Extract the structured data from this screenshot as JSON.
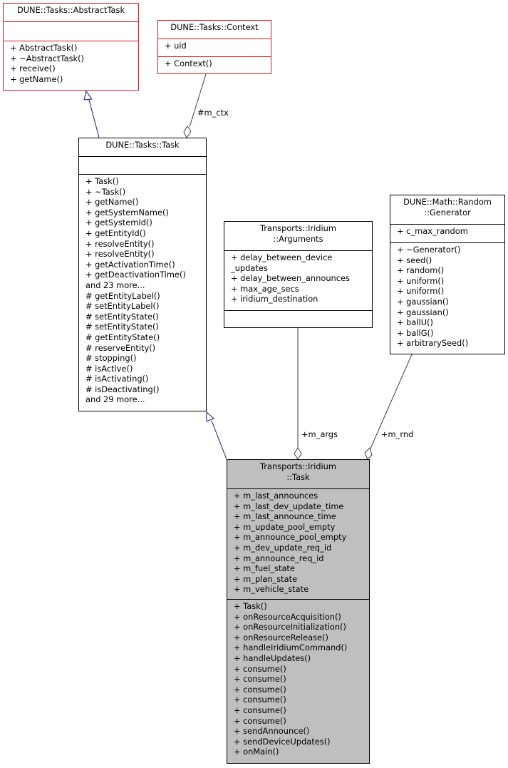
{
  "classes": {
    "abstract_task": {
      "title": [
        "DUNE::Tasks::AbstractTask"
      ],
      "attributes": [],
      "methods": [
        "+ AbstractTask()",
        "+ ~AbstractTask()",
        "+ receive()",
        "+ getName()"
      ]
    },
    "context": {
      "title": [
        "DUNE::Tasks::Context"
      ],
      "attributes": [
        "+ uid"
      ],
      "methods": [
        "+ Context()"
      ]
    },
    "task": {
      "title": [
        "DUNE::Tasks::Task"
      ],
      "attributes": [],
      "methods": [
        "+ Task()",
        "+ ~Task()",
        "+ getName()",
        "+ getSystemName()",
        "+ getSystemId()",
        "+ getEntityId()",
        "+ resolveEntity()",
        "+ resolveEntity()",
        "+ getActivationTime()",
        "+ getDeactivationTime()",
        "and 23 more...",
        "# getEntityLabel()",
        "# setEntityLabel()",
        "# setEntityState()",
        "# setEntityState()",
        "# getEntityState()",
        "# reserveEntity()",
        "# stopping()",
        "# isActive()",
        "# isActivating()",
        "# isDeactivating()",
        "and 29 more..."
      ]
    },
    "arguments": {
      "title": [
        "Transports::Iridium",
        "::Arguments"
      ],
      "attributes": [
        "+ delay_between_device",
        "_updates",
        "+ delay_between_announces",
        "+ max_age_secs",
        "+ iridium_destination"
      ],
      "methods": []
    },
    "generator": {
      "title": [
        "DUNE::Math::Random",
        "::Generator"
      ],
      "attributes": [
        "+ c_max_random"
      ],
      "methods": [
        "+ ~Generator()",
        "+ seed()",
        "+ random()",
        "+ uniform()",
        "+ uniform()",
        "+ gaussian()",
        "+ gaussian()",
        "+ ballU()",
        "+ ballG()",
        "+ arbitrarySeed()"
      ]
    },
    "iridium_task": {
      "title": [
        "Transports::Iridium",
        "::Task"
      ],
      "attributes": [
        "+ m_last_announces",
        "+ m_last_dev_update_time",
        "+ m_last_announce_time",
        "+ m_update_pool_empty",
        "+ m_announce_pool_empty",
        "+ m_dev_update_req_id",
        "+ m_announce_req_id",
        "+ m_fuel_state",
        "+ m_plan_state",
        "+ m_vehicle_state"
      ],
      "methods": [
        "+ Task()",
        "+ onResourceAcquisition()",
        "+ onResourceInitialization()",
        "+ onResourceRelease()",
        "+ handleIridiumCommand()",
        "+ handleUpdates()",
        "+ consume()",
        "+ consume()",
        "+ consume()",
        "+ consume()",
        "+ consume()",
        "+ consume()",
        "+ sendAnnounce()",
        "+ sendDeviceUpdates()",
        "+ onMain()"
      ]
    }
  },
  "edge_labels": {
    "m_ctx": "#m_ctx",
    "m_args": "+m_args",
    "m_rnd": "+m_rnd"
  },
  "colors": {
    "inheritance_edge": "#191970",
    "external_class_border": "#e0161b",
    "focus_class_fill": "#bfbfbf",
    "association_edge": "#404040"
  }
}
